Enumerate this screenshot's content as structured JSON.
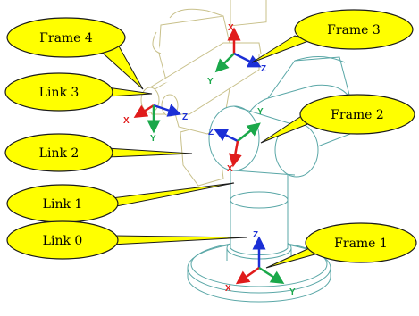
{
  "colors": {
    "callout_fill": "#ffff00",
    "callout_stroke": "#1a1a1a",
    "axis_x": "#e01b1b",
    "axis_y": "#1aa84a",
    "axis_z": "#1b2fd6",
    "link_blue": "#5aa7a7",
    "link_yellow": "#c8c08a"
  },
  "callouts": [
    {
      "id": "frame4",
      "label": "Frame 4"
    },
    {
      "id": "link3",
      "label": "Link 3"
    },
    {
      "id": "link2",
      "label": "Link 2"
    },
    {
      "id": "link1",
      "label": "Link 1"
    },
    {
      "id": "link0",
      "label": "Link 0"
    },
    {
      "id": "frame3",
      "label": "Frame 3"
    },
    {
      "id": "frame2",
      "label": "Frame 2"
    },
    {
      "id": "frame1",
      "label": "Frame 1"
    }
  ],
  "axes": {
    "frame1": {
      "x": "X",
      "y": "Y",
      "z": "Z"
    },
    "frame2": {
      "x": "X",
      "y": "Y",
      "z": "Z"
    },
    "frame3": {
      "x": "X",
      "y": "Y",
      "z": "Z"
    },
    "frame4": {
      "x": "X",
      "y": "Y",
      "z": "Z"
    }
  }
}
